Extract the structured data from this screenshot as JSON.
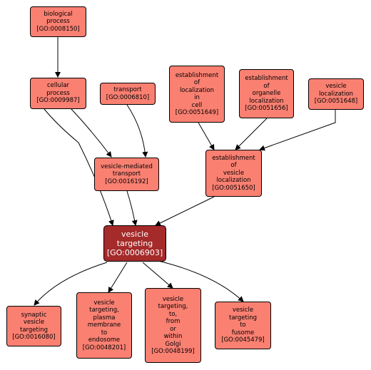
{
  "colors": {
    "node_fill": "#fa8072",
    "focus_fill": "#a52a2a",
    "edge": "#000000"
  },
  "nodes": {
    "biological_process": {
      "name": [
        "biological",
        "process"
      ],
      "id": "[GO:0008150]"
    },
    "cellular_process": {
      "name": [
        "cellular",
        "process"
      ],
      "id": "[GO:0009987]"
    },
    "transport": {
      "name": [
        "transport"
      ],
      "id": "[GO:0006810]"
    },
    "est_loc_in_cell": {
      "name": [
        "establishment",
        "of",
        "localization",
        "in",
        "cell"
      ],
      "id": "[GO:0051649]"
    },
    "est_organelle_loc": {
      "name": [
        "establishment",
        "of",
        "organelle",
        "localization"
      ],
      "id": "[GO:0051656]"
    },
    "vesicle_localization": {
      "name": [
        "vesicle",
        "localization"
      ],
      "id": "[GO:0051648]"
    },
    "vesicle_mediated_transport": {
      "name": [
        "vesicle-mediated",
        "transport"
      ],
      "id": "[GO:0016192]"
    },
    "est_vesicle_loc": {
      "name": [
        "establishment",
        "of",
        "vesicle",
        "localization"
      ],
      "id": "[GO:0051650]"
    },
    "vesicle_targeting": {
      "name": [
        "vesicle",
        "targeting"
      ],
      "id": "[GO:0006903]"
    },
    "synaptic_vesicle_targeting": {
      "name": [
        "synaptic",
        "vesicle",
        "targeting"
      ],
      "id": "[GO:0016080]"
    },
    "vt_plasma_membrane_endosome": {
      "name": [
        "vesicle",
        "targeting,",
        "plasma",
        "membrane",
        "to",
        "endosome"
      ],
      "id": "[GO:0048201]"
    },
    "vt_to_from_golgi": {
      "name": [
        "vesicle",
        "targeting,",
        "to,",
        "from",
        "or",
        "within",
        "Golgi"
      ],
      "id": "[GO:0048199]"
    },
    "vt_to_fusome": {
      "name": [
        "vesicle",
        "targeting",
        "to",
        "fusome"
      ],
      "id": "[GO:0045479]"
    }
  }
}
